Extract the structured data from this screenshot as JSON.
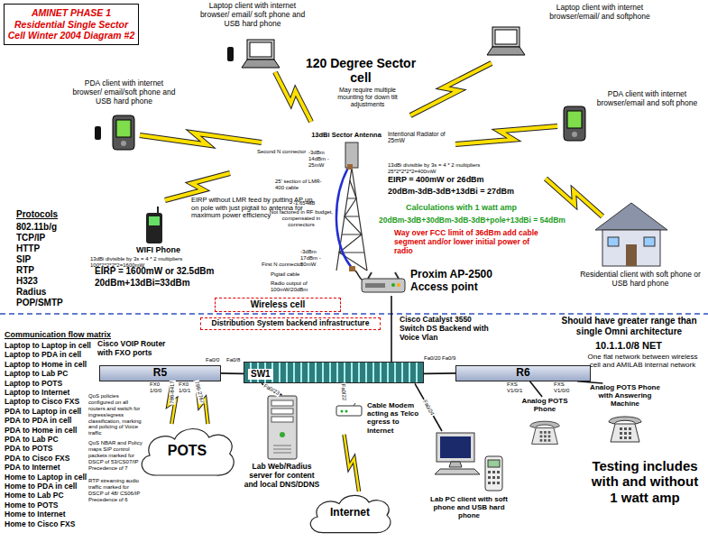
{
  "diagram": {
    "title": "AMINET PHASE 1 Residential Single Sector Cell Winter 2004 Diagram #2",
    "nodes": [
      {
        "text": [
          "Proxim AP-2500 Access point"
        ]
      },
      {
        "text": [
          "Wireless cell"
        ]
      },
      {
        "text": [
          "Distribution System backend infrastructure"
        ]
      },
      {
        "text": [
          "R5"
        ]
      },
      {
        "text": [
          "SW1"
        ]
      },
      {
        "text": [
          "R6"
        ]
      },
      {
        "text": [
          "POTS"
        ]
      },
      {
        "text": [
          "Lab Web/Radius server for content and local DNS/DDNS"
        ]
      },
      {
        "text": [
          "Cable Modem acting as Telco egress to Internet"
        ]
      },
      {
        "text": [
          "Internet"
        ]
      },
      {
        "text": [
          "Lab PC client with soft phone and USB hard phone"
        ]
      },
      {
        "text": [
          "Analog POTS Phone"
        ]
      },
      {
        "text": [
          "Analog POTS Phone with Answering Machine"
        ]
      }
    ],
    "edges": [
      {
        "from": 0,
        "to": 4,
        "arrow": "none"
      },
      {
        "from": 3,
        "to": 4,
        "arrow": "none"
      },
      {
        "from": 4,
        "to": 5,
        "arrow": "none"
      },
      {
        "from": 3,
        "to": 6,
        "arrow": "none",
        "label": "786-8417"
      },
      {
        "from": 3,
        "to": 6,
        "arrow": "none",
        "label": "786-2767"
      },
      {
        "from": 4,
        "to": 7,
        "arrow": "none",
        "label": "Fa0/23"
      },
      {
        "from": 4,
        "to": 8,
        "arrow": "none",
        "label": "Fa0/22"
      },
      {
        "from": 4,
        "to": 10,
        "arrow": "none",
        "label": "Fa0/24"
      },
      {
        "from": 8,
        "to": 9,
        "arrow": "none"
      },
      {
        "from": 5,
        "to": 11,
        "arrow": "none"
      },
      {
        "from": 5,
        "to": 12,
        "arrow": "none"
      }
    ],
    "labels": [
      "Laptop client with internet browser/ email/ soft phone and USB hard phone",
      "Laptop client with internet browser/email/ and softphone",
      "120 Degree Sector cell",
      "May require multiple mounting for down tilt adjustments",
      "PDA client with internet browser/ email/soft phone and USB hard phone",
      "13dBi Sector Antenna",
      "PDA client with internet browser/email and soft phone",
      "Intentional Radiator of 25mW",
      "Second N connector",
      "-3dBm 14dBm - 25mW",
      "13dBi divisible by 3s = 4 * 2 multipliers 25*2*2*2*2=400mW",
      "EIRP = 400mW or 26dBm",
      "20dBm-3dB-3dB+13dBi = 27dBm",
      "25' section of LMR-400 cable",
      "-1.654dB",
      "Not factored in RF budget, compensated in connectors",
      "Calculations with 1 watt amp",
      "20dBm-3dB+30dBm-3dB-3dB+pole+13dBi = 54dBm",
      "Way over FCC limit of 36dBm add cable segment and/or lower initial power of radio",
      "EIRP without LMR feed by putting AP up on pole with just pigtail to antenna for maximum power efficiency",
      "WIFI Phone",
      "13dBi divisible by 3s = 4 * 2 multipliers 100*2*2*2*2=1600mW",
      "EIRP = 1600mW or 32.5dBm",
      "20dBm+13dBi=33dBm",
      "First N connector",
      "-3dBm 17dBm - 50mW",
      "Pigtail cable",
      "Radio output of 100mW/20dBm",
      "Residential client with soft phone or USB hard phone",
      "Protocols",
      "802.11b/g",
      "TCP/IP",
      "HTTP",
      "SIP",
      "RTP",
      "H323",
      "Radius",
      "POP/SMTP",
      "Communication flow matrix",
      "Laptop to Laptop in cell",
      "Laptop to PDA in cell",
      "Laptop to Home in cell",
      "Laptop to Lab PC",
      "Laptop to POTS",
      "Laptop to Internet",
      "Laptop to Cisco FXS",
      "PDA to Laptop in cell",
      "PDA to PDA in cell",
      "PDA to Home in cell",
      "PDA to Lab PC",
      "PDA to POTS",
      "PDA to Cisco FXS",
      "PDA to Internet",
      "Home to Laptop in cell",
      "Home to PDA in cell",
      "Home to Lab PC",
      "Home to POTS",
      "Home to Internet",
      "Home to Cisco FXS",
      "Cisco VOIP Router with FXO ports",
      "Cisco Catalyst 3550 Switch DS Backend with Voice Vlan",
      "Should have greater range than single Omni architecture",
      "10.1.1.0/8 NET",
      "One flat network between wireless cell and AMILAB internal network",
      "QoS policies configured on all routers and switch for ingress/egress classification, marking and policing of Voice traffic",
      "QoS NBAR and Policy maps SIP control packets marked for DSCP of 53/CS07/IP Precedence of 7",
      "RTP streaming audio traffic marked for DSCP of 48/ CS06/IP Precedence of 6",
      "Testing includes with and without 1 watt amp",
      "Fa0/0",
      "FX0 1/0/0",
      "FX0 1/0/1",
      "Fa0/8",
      "Fa0/20",
      "Fa0/9",
      "FXS V1/0/1",
      "FXS V1/0/0"
    ]
  }
}
